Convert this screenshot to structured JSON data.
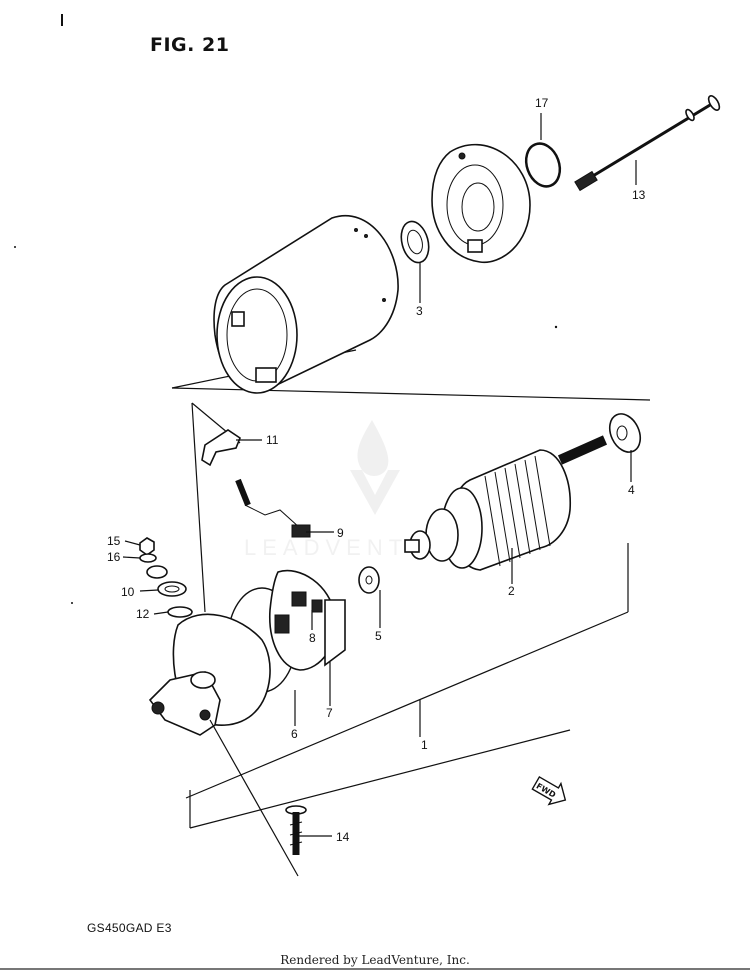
{
  "figure": {
    "title": "FIG. 21",
    "model_code": "GS450GAD  E3",
    "credit": "Rendered by LeadVenture, Inc.",
    "watermark": "LEADVENTURE"
  },
  "parts": [
    {
      "ref": "1"
    },
    {
      "ref": "2"
    },
    {
      "ref": "3"
    },
    {
      "ref": "4"
    },
    {
      "ref": "5"
    },
    {
      "ref": "6"
    },
    {
      "ref": "7"
    },
    {
      "ref": "8"
    },
    {
      "ref": "9"
    },
    {
      "ref": "10"
    },
    {
      "ref": "11"
    },
    {
      "ref": "12"
    },
    {
      "ref": "13"
    },
    {
      "ref": "14"
    },
    {
      "ref": "15"
    },
    {
      "ref": "16"
    },
    {
      "ref": "17"
    }
  ],
  "direction_marker": "FWD",
  "colors": {
    "ink": "#111111",
    "watermark": "#d9d9d9"
  }
}
